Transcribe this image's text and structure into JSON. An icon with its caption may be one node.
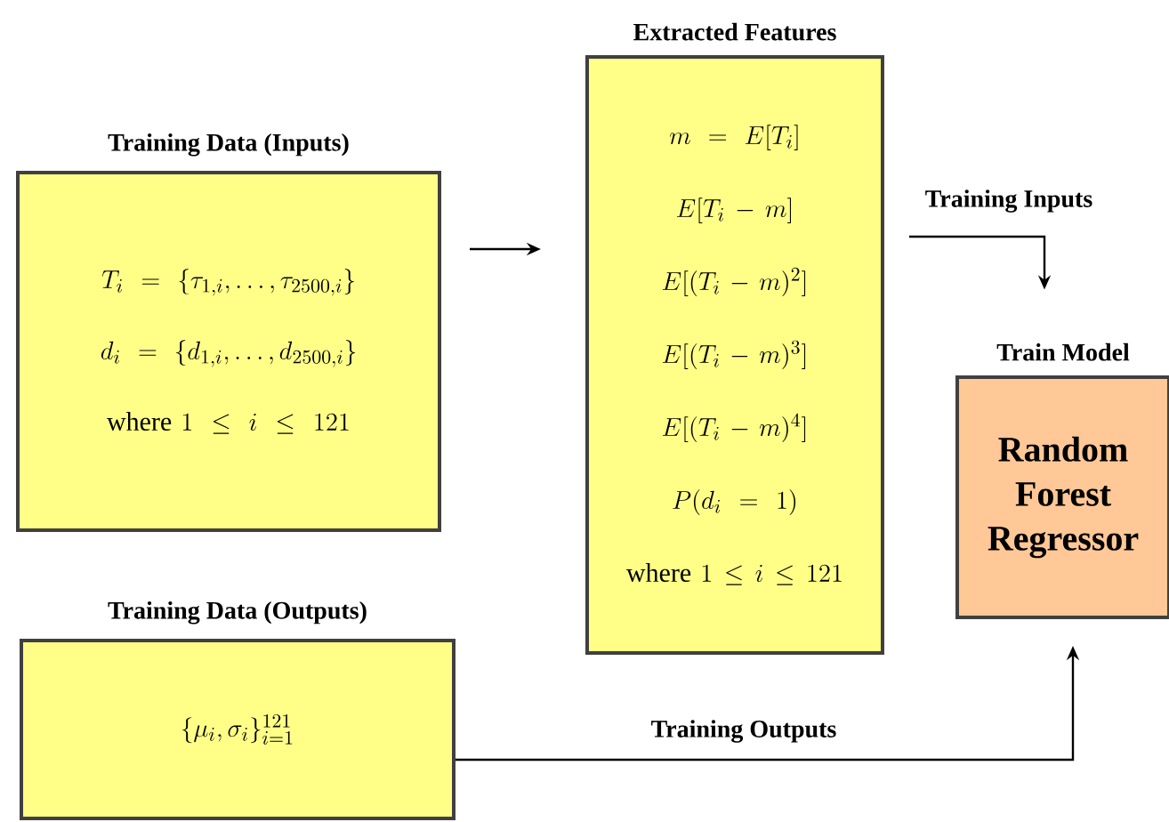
{
  "diagram": {
    "nodes": [
      {
        "text": [
          "Training Data (Inputs)",
          "T_i = \\{\\tau_{1,i}, \\ldots, \\tau_{2500,i}\\}",
          "d_i = \\{d_{1,i}, \\ldots, d_{2500,i}\\}",
          "\\text{where } 1 \\le i \\le 121"
        ]
      },
      {
        "text": [
          "Training Data (Outputs)",
          "\\{\\mu_i, \\sigma_i\\}_{i=1}^{121}"
        ]
      },
      {
        "text": [
          "Extracted Features",
          "m = E[T_i]",
          "E[T_i - m]",
          "E[(T_i - m)^2]",
          "E[(T_i - m)^3]",
          "E[(T_i - m)^4]",
          "P(d_i = 1)",
          "\\text{where } 1 \\le i \\le 121"
        ]
      },
      {
        "text": [
          "Train Model",
          "Random Forest Regressor"
        ]
      }
    ],
    "edges": [
      {
        "from": 0,
        "to": 2,
        "arrow": "to"
      },
      {
        "from": 2,
        "to": 3,
        "arrow": "to",
        "label": "Training Inputs"
      },
      {
        "from": 1,
        "to": 3,
        "arrow": "to",
        "label": "Training Outputs"
      }
    ]
  }
}
